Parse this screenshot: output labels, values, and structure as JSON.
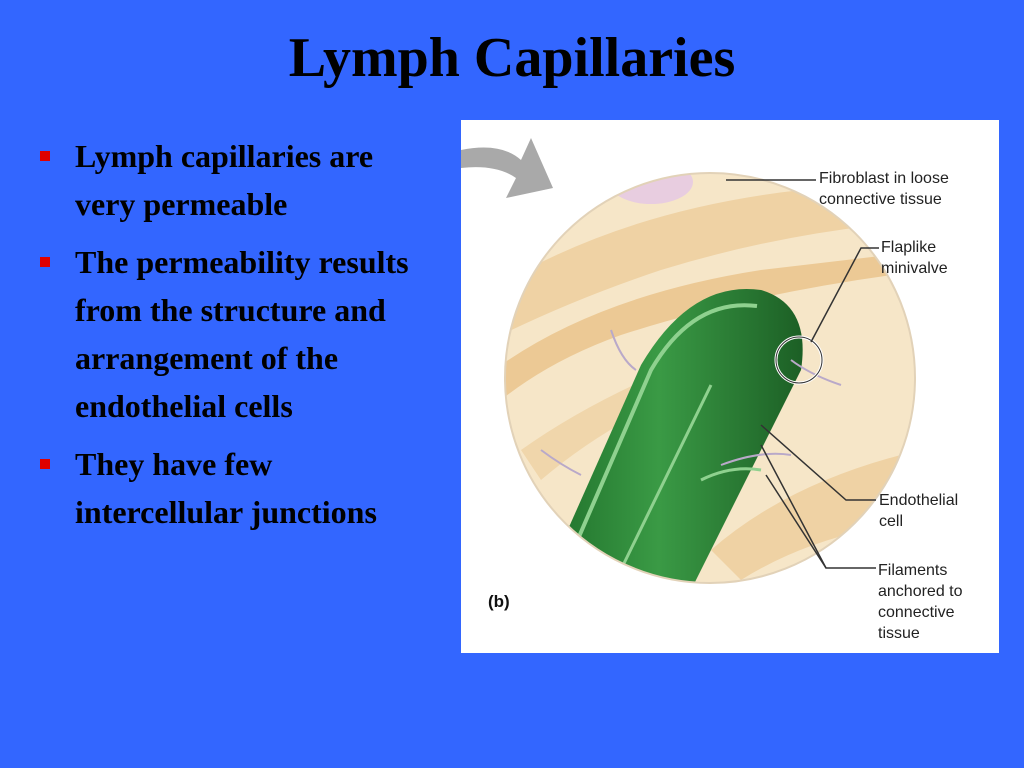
{
  "slide": {
    "title": "Lymph Capillaries",
    "bullets": [
      "Lymph capillaries are very permeable",
      "The permeability results from the structure and arrangement of the endothelial cells",
      "They have few intercellular junctions"
    ]
  },
  "figure": {
    "panel_label": "(b)",
    "callouts": {
      "fibroblast": [
        "Fibroblast in loose",
        "connective tissue"
      ],
      "minivalve": [
        "Flaplike",
        "minivalve"
      ],
      "endothelial": [
        "Endothelial",
        "cell"
      ],
      "filaments": [
        "Filaments",
        "anchored to",
        "connective",
        "tissue"
      ]
    }
  },
  "colors": {
    "background": "#3366ff",
    "bullet_marker": "#e00000",
    "capillary_green": "#2e8b3a",
    "tissue_tan": "#f2dcb4"
  }
}
